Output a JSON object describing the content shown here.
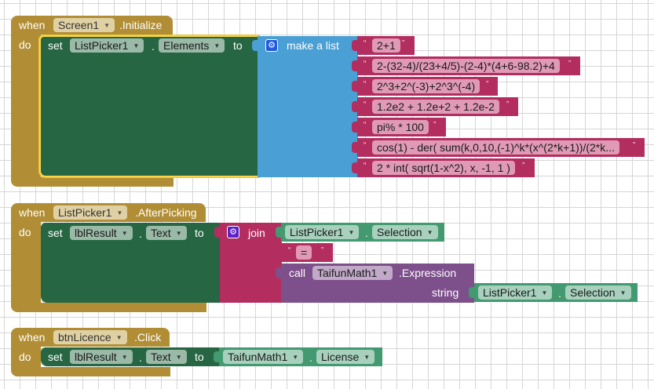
{
  "blocks": {
    "screen_init": {
      "when": "when",
      "component": "Screen1",
      "event": ".Initialize",
      "do": "do",
      "set": "set",
      "target": "ListPicker1",
      "dot": ".",
      "property": "Elements",
      "to": "to",
      "make_list": "make a list",
      "items": [
        "2+1",
        "2-(32-4)/(23+4/5)-(2-4)*(4+6-98.2)+4",
        "2^3+2^(-3)+2^3^(-4)",
        "1.2e2 + 1.2e+2 + 1.2e-2",
        "pi% * 100",
        "cos(1) - der( sum(k,0,10,(-1)^k*(x^(2*k+1))/(2*k...",
        "2 * int( sqrt(1-x^2), x, -1, 1 )"
      ]
    },
    "after_picking": {
      "when": "when",
      "component": "ListPicker1",
      "event": ".AfterPicking",
      "do": "do",
      "set": "set",
      "target": "lblResult",
      "dot": ".",
      "property": "Text",
      "to": "to",
      "join": "join",
      "join_item1_component": "ListPicker1",
      "join_item1_property": "Selection",
      "join_item2_text": "=",
      "call": "call",
      "call_component": "TaifunMath1",
      "call_method": ".Expression",
      "call_param": "string",
      "param_component": "ListPicker1",
      "param_property": "Selection"
    },
    "licence_click": {
      "when": "when",
      "component": "btnLicence",
      "event": ".Click",
      "do": "do",
      "set": "set",
      "target": "lblResult",
      "dot": ".",
      "property": "Text",
      "to": "to",
      "value_component": "TaifunMath1",
      "value_property": "License"
    }
  },
  "icons": {
    "dropdown": "▼",
    "gear": "⚙",
    "quote_open": "“",
    "quote_close": "”"
  },
  "colors": {
    "event": "#b18e35",
    "setter": "#266643",
    "getter": "#439970",
    "list": "#4a9fd4",
    "text": "#b32d5e",
    "call": "#7d4f8b",
    "selection_outline": "#fcd44a"
  }
}
